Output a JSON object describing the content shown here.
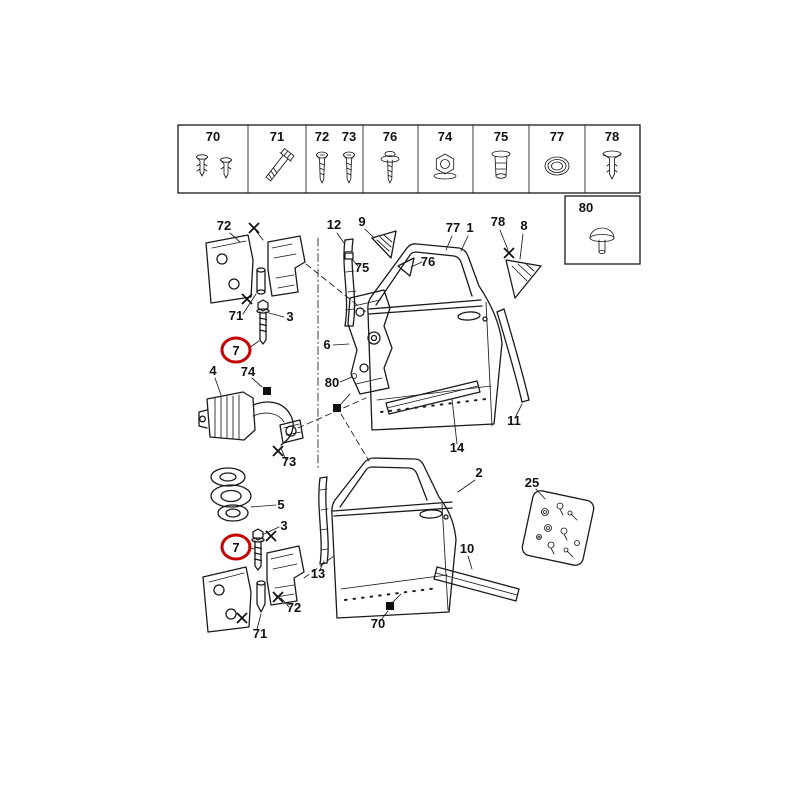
{
  "diagram": {
    "type": "exploded-parts-diagram",
    "subject": "car rear door, hinges, check straps, mouldings and fasteners",
    "line_color": "#1a1a1a",
    "highlight_color": "#c40000",
    "symbols": {
      "fastener_reference_mark": "x-asterisk-mark",
      "attachment_point": "filled-black-square",
      "torque_highlight": "red-circle"
    }
  },
  "fastener_table": {
    "cells": [
      {
        "label_a": "70",
        "icon": "trim-clip-pair"
      },
      {
        "label_a": "71",
        "icon": "hex-bolt"
      },
      {
        "label_a": "72",
        "label_b": "73",
        "icon": "two-screws"
      },
      {
        "label_a": "76",
        "icon": "screw-with-washer"
      },
      {
        "label_a": "74",
        "icon": "flange-nut"
      },
      {
        "label_a": "75",
        "icon": "plug-spacer"
      },
      {
        "label_a": "77",
        "icon": "grommet-ring"
      },
      {
        "label_a": "78",
        "icon": "push-rivet"
      }
    ],
    "side_box": {
      "label": "80",
      "icon": "dome-head-rivet"
    }
  },
  "callouts": {
    "c72_top": "72",
    "c71_top": "71",
    "c3_top": "3",
    "c7_top": "7",
    "c4": "4",
    "c74": "74",
    "c73": "73",
    "c5": "5",
    "c3_bottom": "3",
    "c7_bottom": "7",
    "c72_bottom": "72",
    "c71_bottom": "71",
    "c12": "12",
    "c9": "9",
    "c75": "75",
    "c76": "76",
    "c77": "77",
    "c1": "1",
    "c78": "78",
    "c8": "8",
    "c6": "6",
    "c80": "80",
    "c11": "11",
    "c14": "14",
    "c2": "2",
    "c13": "13",
    "c10": "10",
    "c70": "70",
    "c25": "25"
  }
}
